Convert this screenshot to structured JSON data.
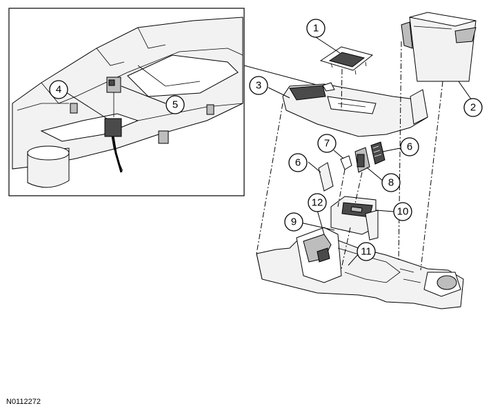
{
  "figure_id": "N0112272",
  "callouts": [
    "1",
    "2",
    "3",
    "4",
    "5",
    "6",
    "6",
    "7",
    "8",
    "9",
    "10",
    "11",
    "12"
  ]
}
